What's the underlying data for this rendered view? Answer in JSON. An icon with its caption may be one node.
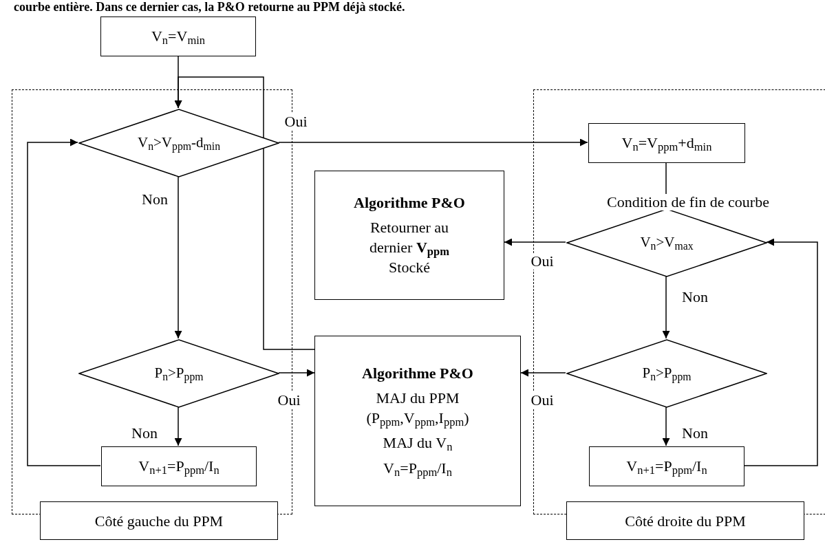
{
  "diagram": {
    "nodes": [
      {
        "text": [
          "V$_{n}$=V$_{min}$"
        ]
      },
      {
        "text": [
          "Côté gauche du PPM"
        ]
      },
      {
        "text": [
          "V$_{n}$>V$_{ppm}$-d$_{min}$"
        ],
        "in": 1
      },
      {
        "text": [
          "P$_{n}$>P$_{ppm}$"
        ],
        "in": 1
      },
      {
        "text": [
          "V$_{n+1}$=P$_{ppm}$/I$_{n}$"
        ],
        "in": 1
      },
      {
        "text": [
          "Algorithme P&O",
          "Retourner au dernier **V$_{ppm}$** Stocké"
        ]
      },
      {
        "text": [
          "Algorithme P&O",
          "MAJ du PPM (P$_{ppm}$,V$_{ppm}$,I$_{ppm}$)",
          "MAJ du V$_{n}$",
          "V$_{n}$=P$_{ppm}$/I$_{n}$"
        ]
      },
      {
        "text": [
          "Côté droite du PPM"
        ]
      },
      {
        "text": [
          "V$_{n}$=V$_{ppm}$+d$_{min}$"
        ],
        "in": 7
      },
      {
        "text": [
          "V$_{n}$>V$_{max}$"
        ],
        "in": 7
      },
      {
        "text": [
          "P$_{n}$>P$_{ppm}$"
        ],
        "in": 7
      },
      {
        "text": [
          "V$_{n+1}$=P$_{ppm}$/I$_{n}$"
        ],
        "in": 7
      }
    ],
    "edges": [
      {
        "from": 0,
        "to": 2,
        "arrow": "to"
      },
      {
        "from": 6,
        "to": 2,
        "arrow": "to"
      },
      {
        "from": 2,
        "to": 8,
        "arrow": "to",
        "label": "Oui"
      },
      {
        "from": 2,
        "to": 3,
        "arrow": "to",
        "label": "Non"
      },
      {
        "from": 3,
        "to": 6,
        "arrow": "to",
        "label": "Oui"
      },
      {
        "from": 3,
        "to": 4,
        "arrow": "to",
        "label": "Non"
      },
      {
        "from": 4,
        "to": 2,
        "arrow": "to"
      },
      {
        "from": 8,
        "to": 9,
        "arrow": "to",
        "label": "Condition de fin de courbe"
      },
      {
        "from": 9,
        "to": 5,
        "arrow": "to",
        "label": "Oui"
      },
      {
        "from": 9,
        "to": 10,
        "arrow": "to",
        "label": "Non"
      },
      {
        "from": 10,
        "to": 6,
        "arrow": "to",
        "label": "Oui"
      },
      {
        "from": 10,
        "to": 11,
        "arrow": "to",
        "label": "Non"
      },
      {
        "from": 11,
        "to": 9,
        "arrow": "to"
      }
    ],
    "labels": [
      "courbe entière. Dans ce dernier cas, la P&O retourne au PPM déjà stocké."
    ]
  }
}
